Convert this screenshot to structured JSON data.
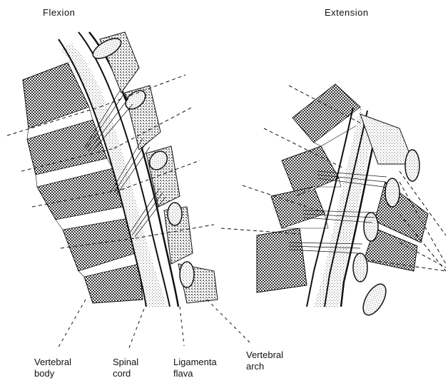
{
  "titles": {
    "flexion": "Flexion",
    "extension": "Extension"
  },
  "labels": {
    "vertebral_body": [
      "Vertebral",
      "body"
    ],
    "spinal_cord": [
      "Spinal",
      "cord"
    ],
    "ligamenta_flava": [
      "Ligamenta",
      "flava"
    ],
    "vertebral_arch": [
      "Vertebral",
      "arch"
    ]
  },
  "colors": {
    "ink": "#111111",
    "stipple_dark": "#555555",
    "stipple_light": "#b8b8b8",
    "background": "#ffffff"
  }
}
